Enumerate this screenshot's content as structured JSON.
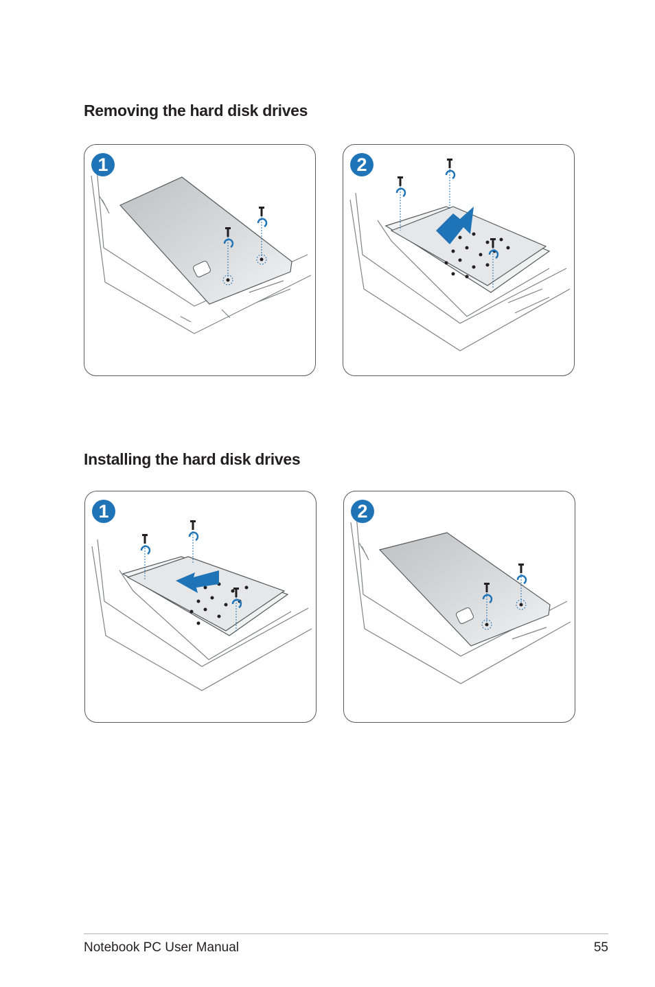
{
  "sections": {
    "removing": {
      "title": "Removing the hard disk drives",
      "steps": [
        {
          "number": "1"
        },
        {
          "number": "2"
        }
      ]
    },
    "installing": {
      "title": "Installing the hard disk drives",
      "steps": [
        {
          "number": "1"
        },
        {
          "number": "2"
        }
      ]
    }
  },
  "footer": {
    "manual_title": "Notebook PC User Manual",
    "page_number": "55"
  },
  "colors": {
    "accent_blue": "#1f73b7",
    "line_gray": "#58595b",
    "cover_gray": "#d9dadb"
  }
}
